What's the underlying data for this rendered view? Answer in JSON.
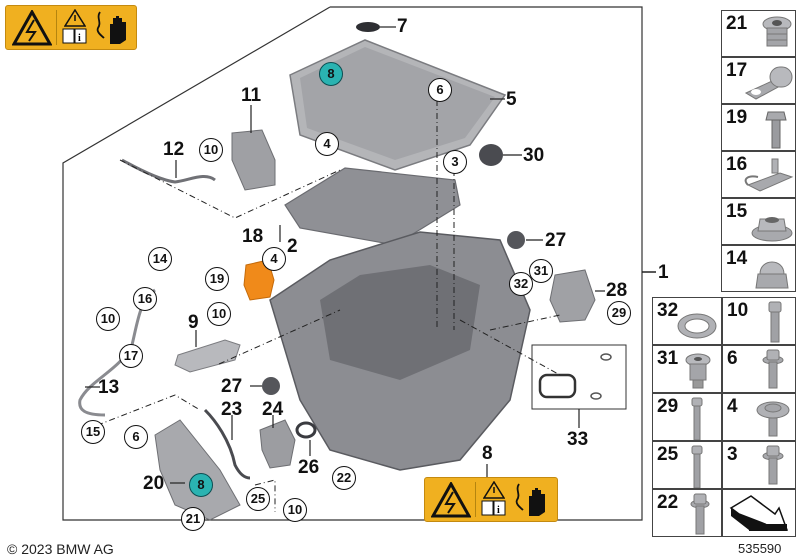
{
  "title": "BMW electric drive unit parts diagram",
  "warning_label": {
    "icons": [
      "high-voltage-warning-icon",
      "caution-triangle-icon",
      "read-manual-icon",
      "electric-shock-hand-icon"
    ],
    "colors": {
      "background": "#f0b020",
      "border": "#c48a10"
    }
  },
  "callouts": {
    "plain": [
      {
        "id": "c7",
        "label": "7"
      },
      {
        "id": "c5",
        "label": "5"
      },
      {
        "id": "c11",
        "label": "11"
      },
      {
        "id": "c12",
        "label": "12"
      },
      {
        "id": "c30",
        "label": "30"
      },
      {
        "id": "c2",
        "label": "2"
      },
      {
        "id": "c18",
        "label": "18"
      },
      {
        "id": "c27a",
        "label": "27"
      },
      {
        "id": "c1",
        "label": "1"
      },
      {
        "id": "c28",
        "label": "28"
      },
      {
        "id": "c9",
        "label": "9"
      },
      {
        "id": "c13",
        "label": "13"
      },
      {
        "id": "c27b",
        "label": "27"
      },
      {
        "id": "c23",
        "label": "23"
      },
      {
        "id": "c24",
        "label": "24"
      },
      {
        "id": "c26",
        "label": "26"
      },
      {
        "id": "c20",
        "label": "20"
      },
      {
        "id": "c33",
        "label": "33"
      },
      {
        "id": "c8",
        "label": "8"
      }
    ],
    "circled": [
      {
        "id": "o6a",
        "label": "6"
      },
      {
        "id": "o4a",
        "label": "4"
      },
      {
        "id": "o10a",
        "label": "10"
      },
      {
        "id": "o3",
        "label": "3"
      },
      {
        "id": "o4b",
        "label": "4"
      },
      {
        "id": "o14",
        "label": "14"
      },
      {
        "id": "o19",
        "label": "19"
      },
      {
        "id": "o16",
        "label": "16"
      },
      {
        "id": "o10b",
        "label": "10"
      },
      {
        "id": "o10c",
        "label": "10"
      },
      {
        "id": "o17",
        "label": "17"
      },
      {
        "id": "o31",
        "label": "31"
      },
      {
        "id": "o32",
        "label": "32"
      },
      {
        "id": "o29",
        "label": "29"
      },
      {
        "id": "o15",
        "label": "15"
      },
      {
        "id": "o6b",
        "label": "6"
      },
      {
        "id": "o22",
        "label": "22"
      },
      {
        "id": "o25",
        "label": "25"
      },
      {
        "id": "o21",
        "label": "21"
      },
      {
        "id": "o10d",
        "label": "10"
      }
    ],
    "highlighted": [
      {
        "id": "h8a",
        "label": "8"
      },
      {
        "id": "h8b",
        "label": "8"
      }
    ],
    "highlight_color": "#2ab3b1",
    "highlight_part_color": "#f08a1a"
  },
  "parts_legend": {
    "single_column": [
      {
        "number": "21",
        "part": "plug-screw"
      },
      {
        "number": "17",
        "part": "pipe-clamp"
      },
      {
        "number": "19",
        "part": "hex-bolt"
      },
      {
        "number": "16",
        "part": "cable-clip"
      },
      {
        "number": "15",
        "part": "flange-nut"
      },
      {
        "number": "14",
        "part": "cap-nut"
      }
    ],
    "grid": [
      {
        "number": "32",
        "part": "seal-ring"
      },
      {
        "number": "10",
        "part": "torx-bolt"
      },
      {
        "number": "31",
        "part": "plug-screw"
      },
      {
        "number": "6",
        "part": "torx-bolt"
      },
      {
        "number": "29",
        "part": "long-bolt"
      },
      {
        "number": "4",
        "part": "washer-bolt"
      },
      {
        "number": "25",
        "part": "long-bolt"
      },
      {
        "number": "3",
        "part": "torx-bolt"
      },
      {
        "number": "22",
        "part": "torx-bolt"
      },
      {
        "number": "",
        "part": "arrow"
      }
    ]
  },
  "footer": {
    "copyright": "© 2023 BMW AG",
    "diagram_number": "535590"
  }
}
